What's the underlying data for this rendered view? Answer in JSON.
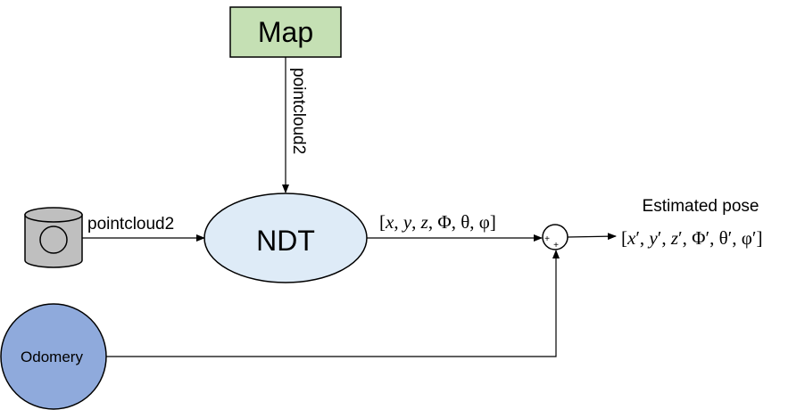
{
  "map": {
    "label": "Map",
    "fill": "#c5e0b4",
    "stroke": "#000000"
  },
  "ndt": {
    "label": "NDT",
    "fill": "#deebf7",
    "stroke": "#000000"
  },
  "odometry": {
    "label": "Odomery",
    "fill": "#8faadc",
    "stroke": "#000000"
  },
  "database": {
    "icon": "database-cylinder-icon",
    "fill": "#bfbfbf"
  },
  "edges": {
    "map_to_ndt_label": "pointcloud2",
    "db_to_ndt_label": "pointcloud2"
  },
  "pose": {
    "open": "[",
    "x": "x",
    "y": "y",
    "z": "z",
    "Phi": "Φ",
    "theta": "θ",
    "phi": "φ",
    "close": "]",
    "sep": ", "
  },
  "sum_node": {
    "plus_top": "+",
    "plus_bottom": "+"
  },
  "output": {
    "title": "Estimated pose",
    "prime": "′"
  }
}
